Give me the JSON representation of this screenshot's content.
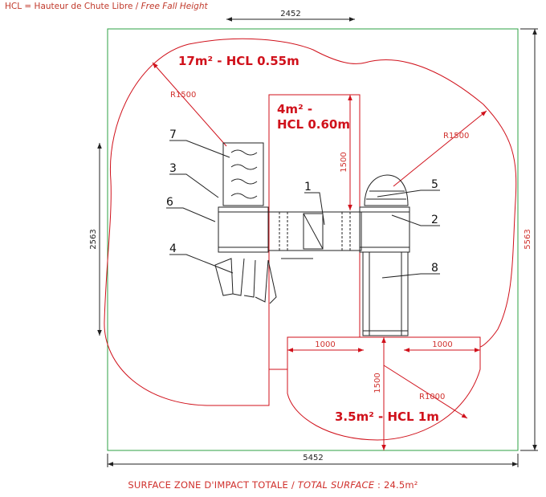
{
  "legend": {
    "abbr_fr": "HCL = Hauteur de Chute Libre",
    "separator": " / ",
    "en": "Free Fall Height"
  },
  "dimensions": {
    "top_width": "2452",
    "bottom_width": "5452",
    "left_height": "2563",
    "right_height": "5563",
    "radius_top_left": "R1500",
    "radius_top_right": "R1500",
    "radius_bottom": "R1000",
    "slide_top_height": "1500",
    "slide_run_height": "1500",
    "slide_left_offset": "1000",
    "slide_right_offset": "1000"
  },
  "zones": {
    "main": "17m² - HCL 0.55m",
    "tower_line1": "4m² -",
    "tower_line2": "HCL 0.60m",
    "slide": "3.5m² - HCL 1m"
  },
  "callouts": [
    "1",
    "2",
    "3",
    "4",
    "5",
    "6",
    "7",
    "8"
  ],
  "footer": {
    "fr": "SURFACE ZONE D'IMPACT TOTALE",
    "separator": " / ",
    "en_label": "TOTAL SURFACE",
    "value": " : 24.5m²"
  },
  "colors": {
    "impact_zone": "#d0111b",
    "bounding_box": "#2ea043",
    "dimension_lines": "#222222"
  }
}
